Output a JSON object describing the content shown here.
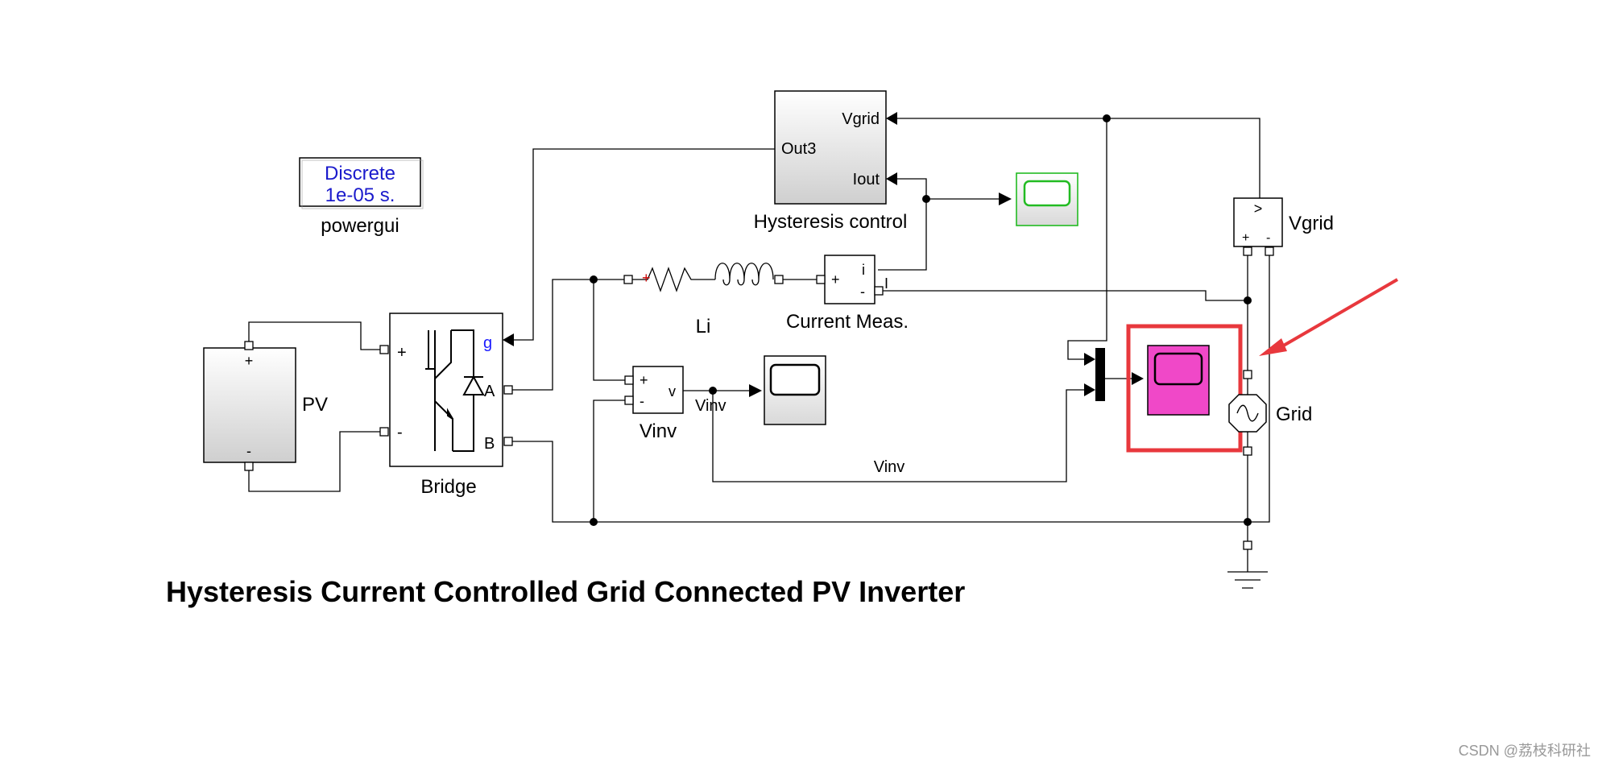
{
  "powergui": {
    "line1": "Discrete",
    "line2": "1e-05 s.",
    "name": "powergui"
  },
  "blocks": {
    "pv": {
      "name": "PV",
      "plus": "+",
      "minus": "-"
    },
    "bridge": {
      "name": "Bridge",
      "port_plus": "+",
      "port_minus": "-",
      "port_g": "g",
      "port_a": "A",
      "port_b": "B"
    },
    "hysteresis": {
      "name": "Hysteresis control",
      "in_vgrid": "Vgrid",
      "out": "Out3",
      "in_iout": "Iout"
    },
    "inductor": {
      "name": "Li"
    },
    "current_meas": {
      "name": "Current Meas.",
      "plus": "+",
      "minus": "-",
      "out": "i"
    },
    "vinv_meas": {
      "name": "Vinv",
      "plus": "+",
      "minus": "-",
      "out": "v"
    },
    "vgrid_meas": {
      "name": "Vgrid",
      "symbol": ">",
      "plus": "+",
      "minus": "-"
    },
    "grid": {
      "name": "Grid"
    }
  },
  "signal_labels": {
    "vinv_a": "Vinv",
    "vinv_b": "Vinv",
    "iout": "I"
  },
  "title": "Hysteresis Current Controlled Grid Connected PV Inverter",
  "watermark": "CSDN @荔枝科研社",
  "colors": {
    "highlight": "#e8383d",
    "scope_highlight": "#f048c8",
    "scope_green": "#22bb22",
    "port_blue": "#1a1aff"
  }
}
